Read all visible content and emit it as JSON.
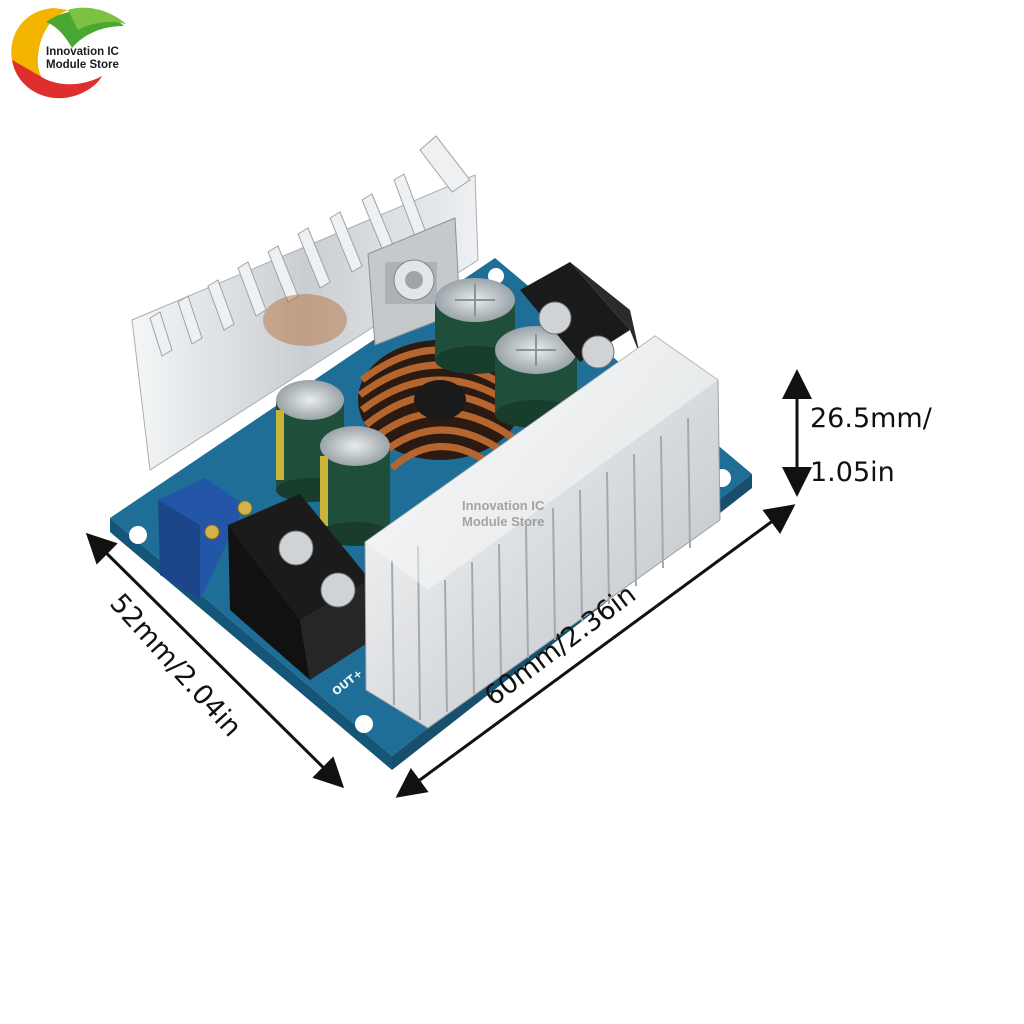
{
  "brand": {
    "line1": "Innovation IC",
    "line2": "Module Store"
  },
  "dimensions": {
    "height_line1": "26.5mm/",
    "height_line2": "1.05in",
    "width": "60mm/2.36in",
    "depth": "52mm/2.04in"
  },
  "board_label": "OUT+",
  "colors": {
    "pcb": "#1e6e98",
    "heatsink": "#d9dde0",
    "copper": "#b5662f",
    "capacitor": "#1f4f3a",
    "terminal": "#1a1a1a",
    "trimpot": "#2456a8"
  }
}
